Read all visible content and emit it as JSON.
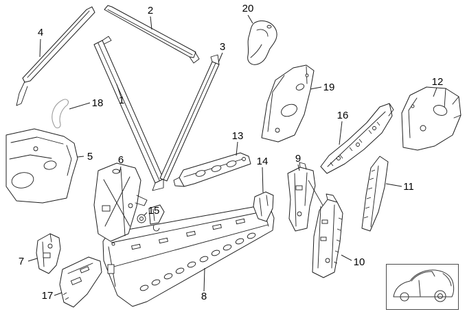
{
  "diagram": {
    "callouts": {
      "n1": "1",
      "n2": "2",
      "n3": "3",
      "n4": "4",
      "n5": "5",
      "n6": "6",
      "n7": "7",
      "n8": "8",
      "n9": "9",
      "n10": "10",
      "n11": "11",
      "n12": "12",
      "n13": "13",
      "n14": "14",
      "n15": "15",
      "n16": "16",
      "n17": "17",
      "n18": "18",
      "n19": "19",
      "n20": "20"
    },
    "colors": {
      "line": "#1c1c1c",
      "muted": "#9a9a9a",
      "background": "#ffffff"
    }
  }
}
